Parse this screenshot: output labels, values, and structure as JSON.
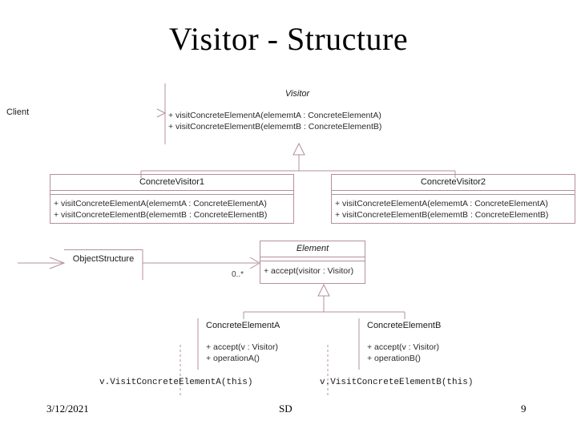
{
  "slide": {
    "title": "Visitor - Structure"
  },
  "diagram": {
    "client_label": "Client",
    "object_structure": {
      "name": "ObjectStructure"
    },
    "visitor": {
      "name": "Visitor",
      "operations": [
        "+ visitConcreteElementA(elememtA : ConcreteElementA)",
        "+ visitConcreteElementB(elememtB : ConcreteElementB)"
      ]
    },
    "concrete_visitor_1": {
      "name": "ConcreteVisitor1",
      "operations": [
        "+ visitConcreteElementA(elememtA : ConcreteElementA)",
        "+ visitConcreteElementB(elememtB : ConcreteElementB)"
      ]
    },
    "concrete_visitor_2": {
      "name": "ConcreteVisitor2",
      "operations": [
        "+ visitConcreteElementA(elememtA : ConcreteElementA)",
        "+ visitConcreteElementB(elememtB : ConcreteElementB)"
      ]
    },
    "element": {
      "name": "Element",
      "operations": [
        "+ accept(visitor : Visitor)"
      ],
      "multiplicity": "0..*"
    },
    "concrete_element_a": {
      "name": "ConcreteElementA",
      "operations": [
        "+ accept(v : Visitor)",
        "+ operationA()"
      ]
    },
    "concrete_element_b": {
      "name": "ConcreteElementB",
      "operations": [
        "+ accept(v : Visitor)",
        "+ operationB()"
      ]
    },
    "notes": [
      "v.VisitConcreteElementA(this)",
      "v.VisitConcreteElementB(this)"
    ],
    "line_color": "#b4909c"
  },
  "footer": {
    "date": "3/12/2021",
    "center": "SD",
    "page": "9"
  }
}
